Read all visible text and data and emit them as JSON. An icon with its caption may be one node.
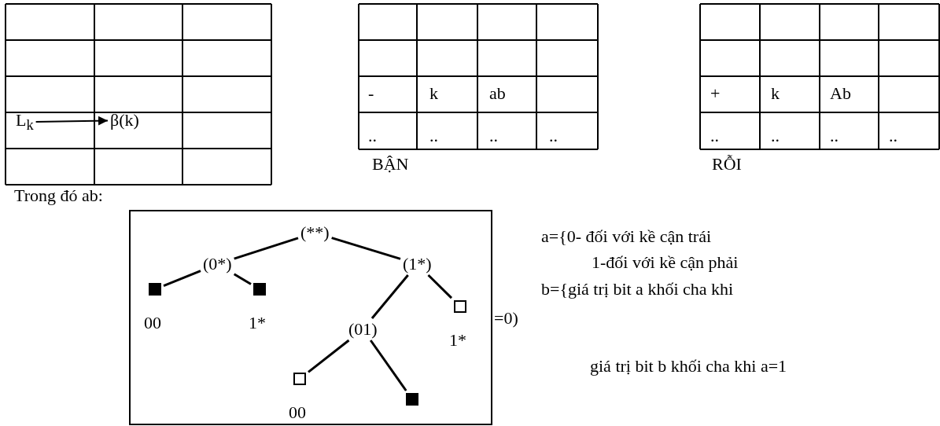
{
  "diagram": {
    "nodes": [
      {
        "text": [
          "(**)"
        ]
      },
      {
        "text": [
          "(0*)"
        ]
      },
      {
        "text": [
          "(1*)"
        ]
      },
      {
        "text": [],
        "shape": "box",
        "beside": [
          "00"
        ]
      },
      {
        "text": [],
        "shape": "box",
        "beside": [
          "1*"
        ]
      },
      {
        "text": [
          "(01)"
        ]
      },
      {
        "text": [],
        "shape": "box",
        "beside": [
          "1*"
        ]
      },
      {
        "text": [],
        "shape": "box",
        "beside": [
          "00"
        ]
      },
      {
        "text": [],
        "shape": "box"
      },
      {
        "text": [
          "L$_{k}$"
        ]
      },
      {
        "text": [
          "β(k)"
        ]
      }
    ],
    "edges": [
      {
        "from": 0,
        "to": 1,
        "arrow": "none"
      },
      {
        "from": 0,
        "to": 2,
        "arrow": "none"
      },
      {
        "from": 1,
        "to": 3,
        "arrow": "none"
      },
      {
        "from": 1,
        "to": 4,
        "arrow": "none"
      },
      {
        "from": 2,
        "to": 5,
        "arrow": "none"
      },
      {
        "from": 2,
        "to": 6,
        "arrow": "none"
      },
      {
        "from": 5,
        "to": 7,
        "arrow": "none"
      },
      {
        "from": 5,
        "to": 8,
        "arrow": "none"
      },
      {
        "from": 9,
        "to": 10,
        "arrow": "to"
      }
    ],
    "labels": [
      "-",
      "k",
      "ab",
      "..",
      "..",
      "..",
      "..",
      "BẬN",
      "+",
      "k",
      "Ab",
      "..",
      "..",
      "..",
      "..",
      "RỖI",
      "Trong đó ab:",
      "a={0- đối với kề cận trái",
      "1-đối với kề cận phải",
      "b={giá trị bit a khối cha khi",
      "=0)",
      "giá trị bit b khối cha khi a=1"
    ]
  }
}
